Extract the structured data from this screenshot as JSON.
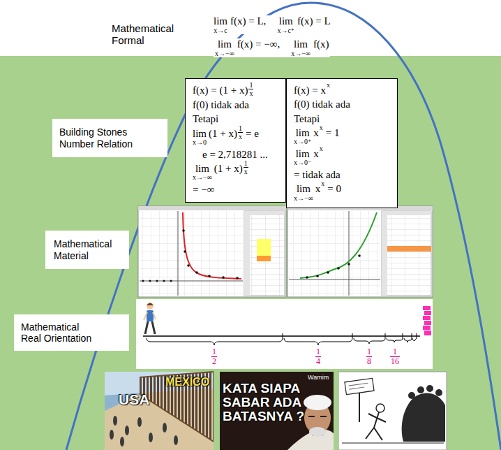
{
  "diagram": {
    "nodes": [
      {
        "text": [
          "Mathematical Formal"
        ]
      },
      {
        "text": [
          "Building Stones Number Relation"
        ]
      },
      {
        "text": [
          "f(x) = (1 + x)",
          "1",
          "x",
          "f(0) tidak ada",
          "Tetapi",
          "lim",
          "x→0",
          "(1 + x)",
          "1",
          "x",
          "= e",
          "e = 2,718281 ...",
          "lim",
          "x→−∞",
          "(1 + x)",
          "1",
          "x",
          "= −∞"
        ]
      },
      {
        "text": [
          "f(x) = x",
          "x",
          "f(0) tidak ada",
          "Tetapi",
          "lim",
          "x→0⁺",
          "x",
          "x",
          "= 1",
          "lim",
          "x→0⁻",
          "x",
          "x",
          "= tidak ada",
          "lim",
          "x→−∞",
          "x",
          "x",
          "= 0"
        ]
      },
      {
        "text": [
          "Mathematical Material"
        ]
      },
      {
        "text": [
          "Mathematical Real Orientation"
        ]
      }
    ],
    "labels": [
      "lim",
      "x→c",
      "f(x) = L,",
      "lim",
      "x→c⁺",
      "f(x) = L",
      "lim",
      "x→−∞",
      "f(x) = −∞,",
      "lim",
      "x→−∞",
      "f(x)",
      "1",
      "2",
      "1",
      "4",
      "1",
      "8",
      "1",
      "16",
      "USA",
      "MEXICO",
      "KATA SIAPA SABAR ADA BATASNYA ?",
      "Wamim"
    ]
  }
}
